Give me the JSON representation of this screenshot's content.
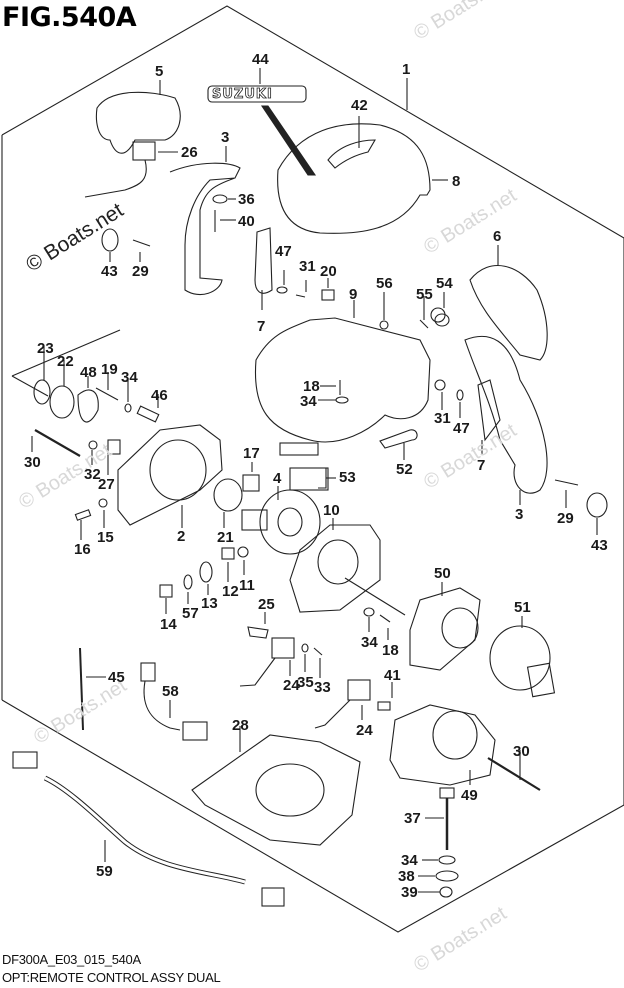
{
  "figure": {
    "title": "FIG.540A",
    "code": "DF300A_E03_015_540A",
    "caption": "OPT:REMOTE CONTROL ASSY DUAL",
    "logo_text": "SUZUKI",
    "watermark": "© Boats.net"
  },
  "callouts": [
    {
      "id": "c1",
      "label": "1",
      "part": "remote-control-assy"
    },
    {
      "id": "c2",
      "label": "2",
      "part": "housing-left"
    },
    {
      "id": "c3a",
      "label": "3",
      "part": "control-lever-left"
    },
    {
      "id": "c3b",
      "label": "3",
      "part": "control-lever-right"
    },
    {
      "id": "c4",
      "label": "4",
      "part": "gear-drum"
    },
    {
      "id": "c5",
      "label": "5",
      "part": "lever-grip-left"
    },
    {
      "id": "c6",
      "label": "6",
      "part": "lever-grip-right"
    },
    {
      "id": "c7a",
      "label": "7",
      "part": "lever-cover-left"
    },
    {
      "id": "c7b",
      "label": "7",
      "part": "lever-cover-right"
    },
    {
      "id": "c8",
      "label": "8",
      "part": "upper-cover"
    },
    {
      "id": "c9",
      "label": "9",
      "part": "lower-case"
    },
    {
      "id": "c10",
      "label": "10",
      "part": "housing-right"
    },
    {
      "id": "c11",
      "label": "11",
      "part": "pin"
    },
    {
      "id": "c12",
      "label": "12",
      "part": "detent"
    },
    {
      "id": "c13",
      "label": "13",
      "part": "spring"
    },
    {
      "id": "c14",
      "label": "14",
      "part": "nut"
    },
    {
      "id": "c15",
      "label": "15",
      "part": "nut"
    },
    {
      "id": "c16",
      "label": "16",
      "part": "screw"
    },
    {
      "id": "c17",
      "label": "17",
      "part": "block"
    },
    {
      "id": "c18a",
      "label": "18",
      "part": "screw"
    },
    {
      "id": "c18b",
      "label": "18",
      "part": "screw"
    },
    {
      "id": "c19",
      "label": "19",
      "part": "bolt"
    },
    {
      "id": "c20",
      "label": "20",
      "part": "cap"
    },
    {
      "id": "c21",
      "label": "21",
      "part": "bushing"
    },
    {
      "id": "c22",
      "label": "22",
      "part": "washer"
    },
    {
      "id": "c23",
      "label": "23",
      "part": "circlip"
    },
    {
      "id": "c24a",
      "label": "24",
      "part": "switch"
    },
    {
      "id": "c24b",
      "label": "24",
      "part": "switch"
    },
    {
      "id": "c25",
      "label": "25",
      "part": "clip"
    },
    {
      "id": "c26",
      "label": "26",
      "part": "connector"
    },
    {
      "id": "c27",
      "label": "27",
      "part": "bracket"
    },
    {
      "id": "c28",
      "label": "28",
      "part": "gasket"
    },
    {
      "id": "c29a",
      "label": "29",
      "part": "screw"
    },
    {
      "id": "c29b",
      "label": "29",
      "part": "screw"
    },
    {
      "id": "c30a",
      "label": "30",
      "part": "long-bolt"
    },
    {
      "id": "c30b",
      "label": "30",
      "part": "long-bolt"
    },
    {
      "id": "c31a",
      "label": "31",
      "part": "screw"
    },
    {
      "id": "c31b",
      "label": "31",
      "part": "screw"
    },
    {
      "id": "c32",
      "label": "32",
      "part": "screw"
    },
    {
      "id": "c33",
      "label": "33",
      "part": "screw"
    },
    {
      "id": "c34a",
      "label": "34",
      "part": "washer"
    },
    {
      "id": "c34b",
      "label": "34",
      "part": "washer"
    },
    {
      "id": "c34c",
      "label": "34",
      "part": "washer"
    },
    {
      "id": "c34d",
      "label": "34",
      "part": "washer"
    },
    {
      "id": "c35",
      "label": "35",
      "part": "washer"
    },
    {
      "id": "c36",
      "label": "36",
      "part": "lock-washer"
    },
    {
      "id": "c37",
      "label": "37",
      "part": "bolt"
    },
    {
      "id": "c38",
      "label": "38",
      "part": "washer"
    },
    {
      "id": "c39",
      "label": "39",
      "part": "nut"
    },
    {
      "id": "c40",
      "label": "40",
      "part": "bolt"
    },
    {
      "id": "c41",
      "label": "41",
      "part": "clip"
    },
    {
      "id": "c42",
      "label": "42",
      "part": "shift-plate"
    },
    {
      "id": "c43a",
      "label": "43",
      "part": "cap"
    },
    {
      "id": "c43b",
      "label": "43",
      "part": "cap"
    },
    {
      "id": "c44",
      "label": "44",
      "part": "emblem"
    },
    {
      "id": "c45",
      "label": "45",
      "part": "cable-tie"
    },
    {
      "id": "c46",
      "label": "46",
      "part": "spring"
    },
    {
      "id": "c47a",
      "label": "47",
      "part": "washer"
    },
    {
      "id": "c47b",
      "label": "47",
      "part": "washer"
    },
    {
      "id": "c48",
      "label": "48",
      "part": "plate"
    },
    {
      "id": "c49",
      "label": "49",
      "part": "housing"
    },
    {
      "id": "c50",
      "label": "50",
      "part": "housing"
    },
    {
      "id": "c51",
      "label": "51",
      "part": "gear-drum"
    },
    {
      "id": "c52",
      "label": "52",
      "part": "seal"
    },
    {
      "id": "c53",
      "label": "53",
      "part": "pads"
    },
    {
      "id": "c54",
      "label": "54",
      "part": "clamp"
    },
    {
      "id": "c55",
      "label": "55",
      "part": "screw"
    },
    {
      "id": "c56",
      "label": "56",
      "part": "nut"
    },
    {
      "id": "c57",
      "label": "57",
      "part": "spring"
    },
    {
      "id": "c58",
      "label": "58",
      "part": "harness"
    },
    {
      "id": "c59",
      "label": "59",
      "part": "extension-harness"
    }
  ]
}
